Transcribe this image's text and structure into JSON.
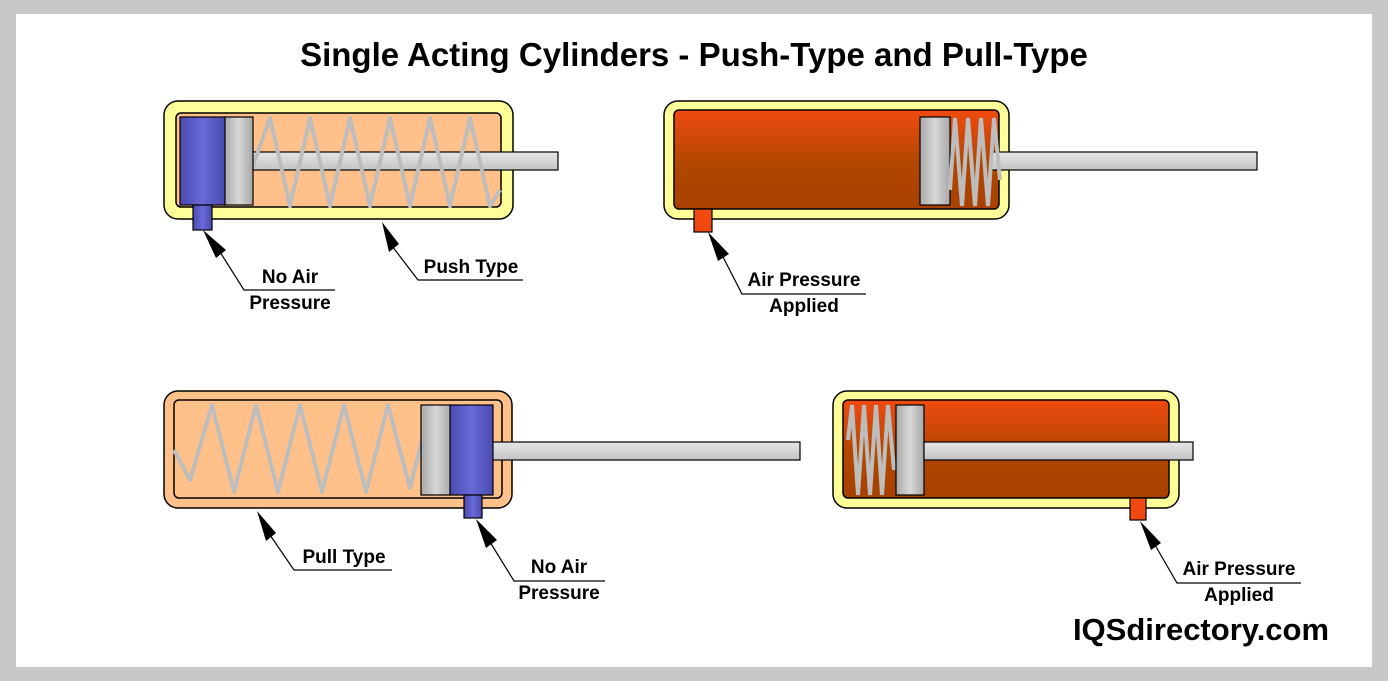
{
  "title": "Single Acting Cylinders - Push-Type and Pull-Type",
  "labels": {
    "push_no_air_1": "No Air",
    "push_no_air_2": "Pressure",
    "push_type": "Push Type",
    "push_air_1": "Air Pressure",
    "push_air_2": "Applied",
    "pull_type": "Pull Type",
    "pull_no_air_1": "No Air",
    "pull_no_air_2": "Pressure",
    "pull_air_1": "Air Pressure",
    "pull_air_2": "Applied"
  },
  "brand": "IQSdirectory.com",
  "colors": {
    "background_frame": "#c8c8c8",
    "panel": "#ffffff",
    "housing_outline": "#ffff99",
    "chamber_unpressurized": "#ffc08a",
    "chamber_pressurized_top": "#f04a10",
    "chamber_pressurized_bottom": "#a04000",
    "piston_blue": "#5858c8",
    "piston_gray": "#c8c8c8",
    "spring": "#c0c0c0",
    "rod": "#d4d4d4"
  }
}
